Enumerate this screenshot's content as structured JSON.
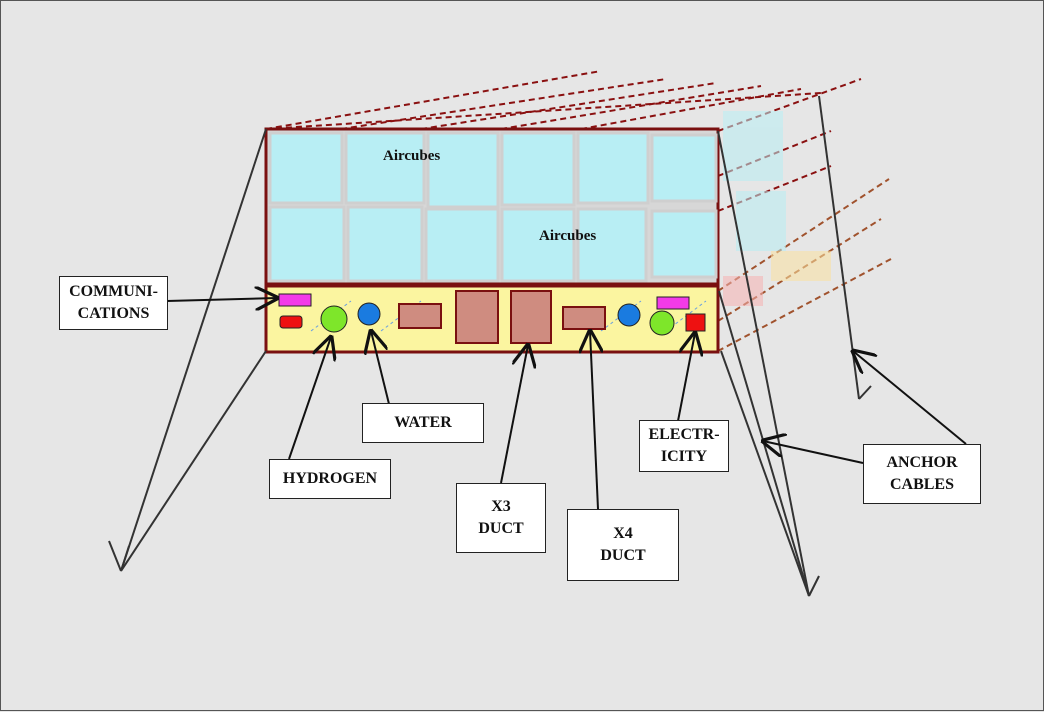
{
  "cube_labels": [
    "Aircubes",
    "Aircubes"
  ],
  "callouts": {
    "communications": "COMMUNI-\nCATIONS",
    "water": "WATER",
    "hydrogen": "HYDROGEN",
    "x3_duct": "X3\nDUCT",
    "x4_duct": "X4\nDUCT",
    "electricity": "ELECTR-\nICITY",
    "anchor_cables": "ANCHOR\nCABLES"
  },
  "colors": {
    "background": "#e6e6e6",
    "aircube_fill": "#b8eef4",
    "frame": "#7a1010",
    "utility_band": "#fbf5a0",
    "duct": "#cf8c80",
    "hydrogen": "#7ee62a",
    "water": "#1a7be0",
    "communications": "#f23ae8",
    "electricity": "#ee1111"
  }
}
